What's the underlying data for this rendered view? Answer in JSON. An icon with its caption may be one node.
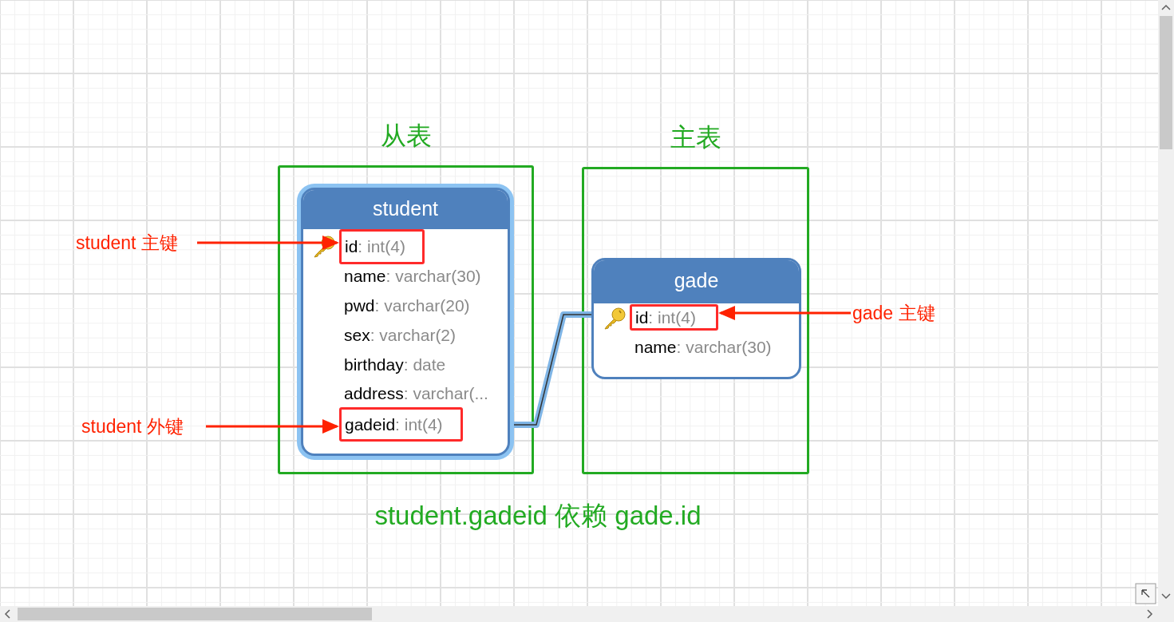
{
  "diagram": {
    "caption": "student.gadeid 依赖 gade.id",
    "nodes": [
      {
        "text": [
          "从表"
        ]
      },
      {
        "text": [
          "student",
          "name: varchar(30)",
          "pwd: varchar(20)",
          "sex: varchar(2)",
          "birthday: date",
          "address: varchar(..."
        ],
        "in": 0
      },
      {
        "text": [
          "id: int(4)"
        ],
        "in": 1
      },
      {
        "text": [
          "gadeid: int(4)"
        ],
        "in": 1
      },
      {
        "text": [
          "主表"
        ]
      },
      {
        "text": [
          "gade",
          "name: varchar(30)"
        ],
        "in": 4
      },
      {
        "text": [
          "id: int(4)"
        ],
        "in": 5
      },
      {
        "text": [
          "student 主键"
        ]
      },
      {
        "text": [
          "student 外键"
        ]
      },
      {
        "text": [
          "gade 主键"
        ]
      }
    ],
    "edges": [
      {
        "from": 7,
        "to": 2,
        "arrow": "to"
      },
      {
        "from": 8,
        "to": 3,
        "arrow": "to"
      },
      {
        "from": 9,
        "to": 6,
        "arrow": "to"
      },
      {
        "from": 1,
        "to": 5,
        "arrow": "none",
        "style": "thick",
        "color": "#7fb5e6"
      }
    ]
  }
}
